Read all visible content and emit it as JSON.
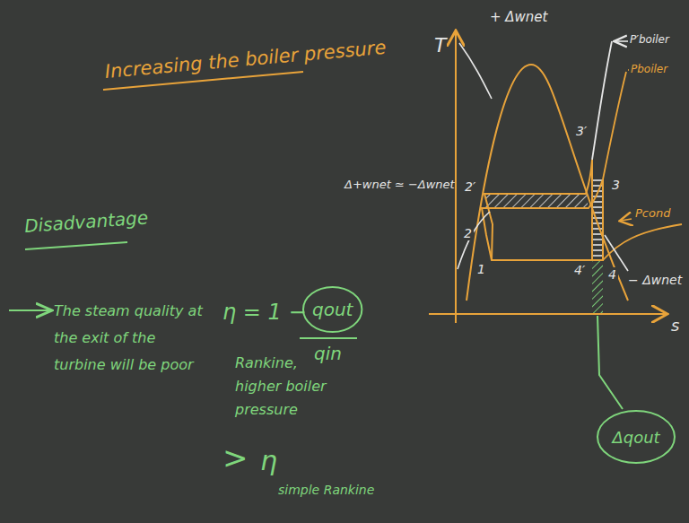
{
  "diagram": {
    "title": "Increasing the boiler pressure",
    "nodes": [
      {
        "text": [
          "qout"
        ]
      },
      {
        "text": [
          "Δqout"
        ]
      }
    ],
    "labels": [
      "Disadvantage",
      "The steam quality at the exit of the turbine will be poor",
      "η = 1 −",
      "qin",
      "Rankine, higher boiler pressure",
      ">",
      "η",
      "simple Rankine",
      "Δ+wnet ≃ −Δwnet",
      "T",
      "s",
      "+ Δwnet",
      "P′boiler",
      "Pboiler",
      "Pcond",
      "2′",
      "2",
      "1",
      "3′",
      "3",
      "4′",
      "4",
      "− Δwnet"
    ]
  }
}
